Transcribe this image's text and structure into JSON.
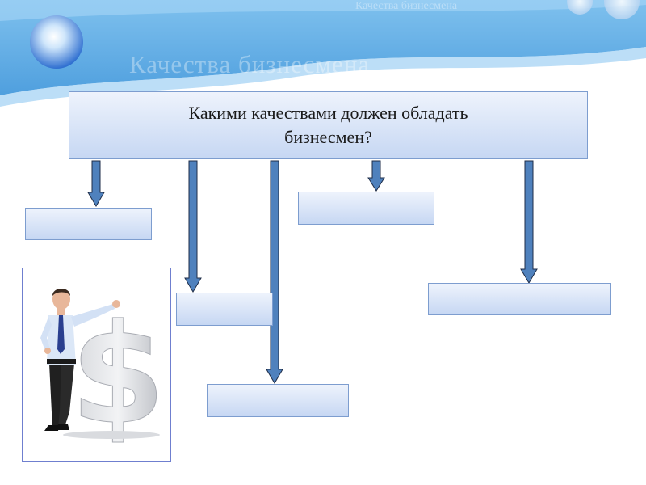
{
  "slide": {
    "ghost_top_text": "Качества бизнесмена",
    "ghost_title": "Качества бизнесмена"
  },
  "diagram": {
    "question": "Какими качествами должен обладать бизнесмен?",
    "answer_boxes": [
      "",
      "",
      "",
      "",
      ""
    ]
  },
  "illustration": {
    "figure": "businessman-leaning-on-dollar-sign"
  },
  "colors": {
    "header_blue": "#5fa8e0",
    "box_border": "#7d9dcf",
    "arrow_fill": "#4f81bd",
    "arrow_stroke": "#1f2d48"
  }
}
